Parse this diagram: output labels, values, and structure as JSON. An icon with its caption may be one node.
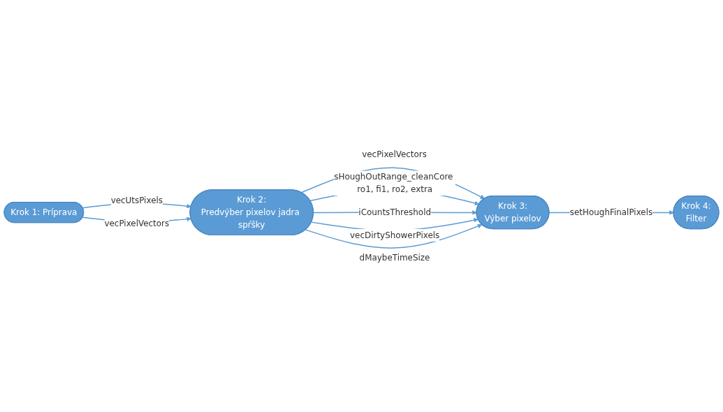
{
  "diagram": {
    "nodes": [
      {
        "text": [
          "Krok 1: Príprava"
        ]
      },
      {
        "text": [
          "Krok 2:",
          "Predvýber pixelov jadra spŕšky"
        ]
      },
      {
        "text": [
          "Krok 3:",
          "Výber pixelov"
        ]
      },
      {
        "text": [
          "Krok 4:",
          "Filter"
        ]
      }
    ],
    "edges": [
      {
        "from": 0,
        "to": 1,
        "label": "vecUtsPixels",
        "arrow": "to"
      },
      {
        "from": 0,
        "to": 1,
        "label": "vecPixelVectors",
        "arrow": "to"
      },
      {
        "from": 1,
        "to": 2,
        "label": "vecPixelVectors",
        "arrow": "to"
      },
      {
        "from": 1,
        "to": 2,
        "label": "sHoughOutRange_cleanCore ro1, fi1, ro2, extra",
        "arrow": "to"
      },
      {
        "from": 1,
        "to": 2,
        "label": "iCountsThreshold",
        "arrow": "to"
      },
      {
        "from": 1,
        "to": 2,
        "label": "vecDirtyShowerPixels",
        "arrow": "to"
      },
      {
        "from": 1,
        "to": 2,
        "label": "dMaybeTimeSize",
        "arrow": "to"
      },
      {
        "from": 2,
        "to": 3,
        "label": "setHoughFinalPixels",
        "arrow": "to"
      }
    ]
  }
}
